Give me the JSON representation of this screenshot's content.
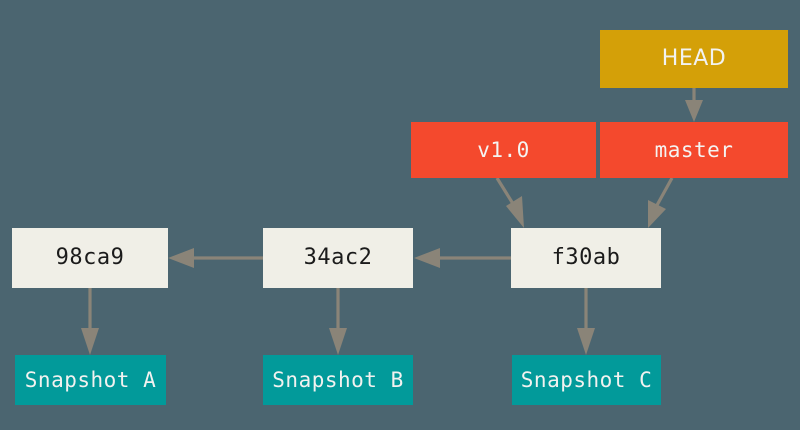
{
  "diagram": {
    "title": "git-branch-pointers",
    "background_color": "#4b6570",
    "arrow_color": "#8a8478",
    "nodes": {
      "head": {
        "label": "HEAD",
        "color": "#d4a008",
        "text_color": "#f2f2f0"
      },
      "tag_v1": {
        "label": "v1.0",
        "color": "#f4492d",
        "text_color": "#f4f4f2"
      },
      "branch_master": {
        "label": "master",
        "color": "#f4492d",
        "text_color": "#f4f4f2"
      },
      "commit_98ca9": {
        "label": "98ca9",
        "color": "#f0efe7",
        "text_color": "#1b1b1b"
      },
      "commit_34ac2": {
        "label": "34ac2",
        "color": "#f0efe7",
        "text_color": "#1b1b1b"
      },
      "commit_f30ab": {
        "label": "f30ab",
        "color": "#f0efe7",
        "text_color": "#1b1b1b"
      },
      "snapshot_a": {
        "label": "Snapshot A",
        "color": "#029a9a",
        "text_color": "#f2f2f0"
      },
      "snapshot_b": {
        "label": "Snapshot B",
        "color": "#029a9a",
        "text_color": "#f2f2f0"
      },
      "snapshot_c": {
        "label": "Snapshot C",
        "color": "#029a9a",
        "text_color": "#f2f2f0"
      }
    },
    "edges": [
      {
        "from": "HEAD",
        "to": "master"
      },
      {
        "from": "v1.0",
        "to": "f30ab"
      },
      {
        "from": "master",
        "to": "f30ab"
      },
      {
        "from": "f30ab",
        "to": "34ac2"
      },
      {
        "from": "34ac2",
        "to": "98ca9"
      },
      {
        "from": "98ca9",
        "to": "Snapshot A"
      },
      {
        "from": "34ac2",
        "to": "Snapshot B"
      },
      {
        "from": "f30ab",
        "to": "Snapshot C"
      }
    ]
  }
}
